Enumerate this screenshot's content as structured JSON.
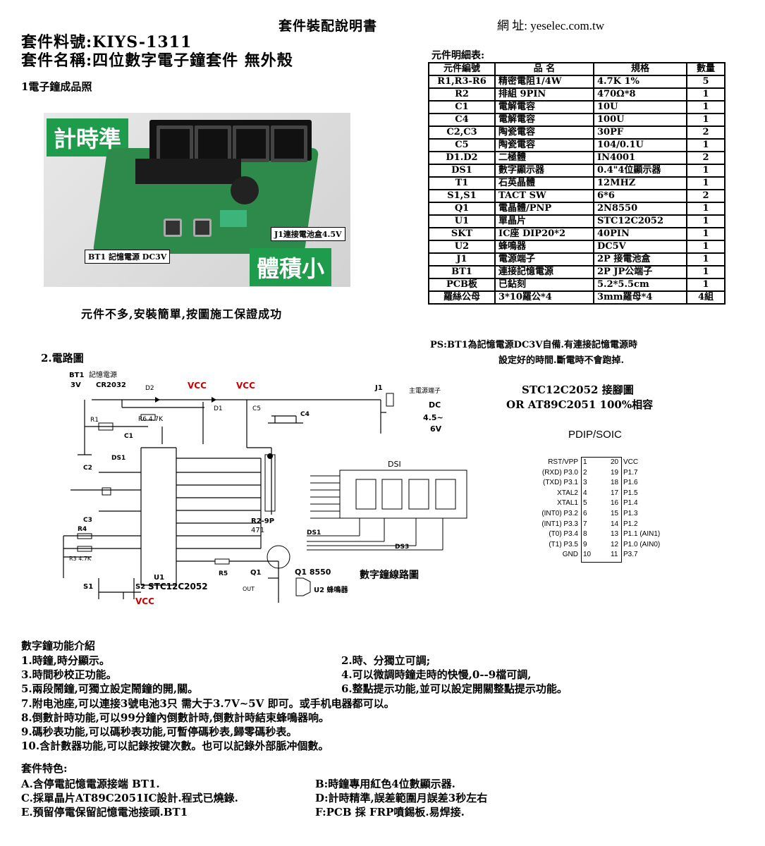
{
  "header": {
    "title": "套件裝配說明書",
    "website": "網 址: yeselec.com.tw"
  },
  "kit": {
    "part_no": "套件料號:KIYS-1311",
    "name": "套件名稱:四位數字電子鐘套件 無外殼"
  },
  "section1": {
    "title": "1電子鐘成品照",
    "tag_accurate": "計時準",
    "tag_small": "體積小",
    "label_j1": "J1連接電池盒4.5V",
    "label_bt1": "BT1 記憶電源 DC3V",
    "caption": "元件不多,安裝簡單,按圖施工保證成功"
  },
  "parts_table": {
    "caption": "元件明細表:",
    "headers": [
      "元件編號",
      "品  名",
      "規格",
      "數量"
    ],
    "rows": [
      [
        "R1,R3-R6",
        "精密電阻1/4W",
        "4.7K  1%",
        "5"
      ],
      [
        "R2",
        "排組 9PIN",
        "470Ω*8",
        "1"
      ],
      [
        "C1",
        "電解電容",
        "10U",
        "1"
      ],
      [
        "C4",
        "電解電容",
        "100U",
        "1"
      ],
      [
        "C2,C3",
        "陶瓷電容",
        "30PF",
        "2"
      ],
      [
        "C5",
        "陶瓷電容",
        "104/0.1U",
        "1"
      ],
      [
        "D1.D2",
        "二極體",
        "IN4001",
        "2"
      ],
      [
        "DS1",
        "數字顯示器",
        "0.4\"4位顯示器",
        "1"
      ],
      [
        "T1",
        "石英晶體",
        "12MHZ",
        "1"
      ],
      [
        "S1,S1",
        "TACT SW",
        "6*6",
        "2"
      ],
      [
        "Q1",
        "電晶體/PNP",
        "2N8550",
        "1"
      ],
      [
        "U1",
        "單晶片",
        "STC12C2052",
        "1"
      ],
      [
        "SKT",
        "IC座 DIP20*2",
        "40PIN",
        "1"
      ],
      [
        "U2",
        "蜂鳴器",
        "DC5V",
        "1"
      ],
      [
        "J1",
        "電源端子",
        "2P 接電池盒",
        "1"
      ],
      [
        "BT1",
        "連接記憶電源",
        "2P JP公端子",
        "1"
      ],
      [
        "PCB板",
        "已鉆刻",
        "5.2*5.5cm",
        "1"
      ],
      [
        "羅絲公母",
        "3*10羅公*4",
        "3mm羅母*4",
        "4組"
      ]
    ],
    "ps_line1": "PS:BT1為記憶電源DC3V自備.有連接記憶電源時",
    "ps_line2": "設定好的時間.斷電時不會跑掉."
  },
  "section2": {
    "title": "2.電路圖",
    "schematic": {
      "bt1": "BT1",
      "bt1_v": "3V",
      "bt1_desc": "記憶電源",
      "cr2032": "CR2032",
      "d2": "D2",
      "d1": "D1",
      "vcc": "VCC",
      "r6": "R6 4.7K",
      "r1": "R1",
      "c1": "C1",
      "ds1": "DS1",
      "c2": "C2",
      "c3": "C3",
      "r4": "R4",
      "r3": "R3 4.7K",
      "s1": "S1",
      "s2": "S2",
      "u1": "U1",
      "u1_part": "STC12C2052",
      "c5": "C5",
      "c4": "C4",
      "j1": "J1",
      "j1_desc": "主電源端子",
      "dc_a": "DC",
      "dc_b": "4.5~",
      "dc_c": "6V",
      "r2": "R2-9P",
      "r2_val": "471",
      "r5": "R5",
      "q1": "Q1",
      "q1_part": "Q1 8550",
      "u2": "U2 蜂鳴器",
      "out": "OUT",
      "dsi": "DSI",
      "ds3": "DS3",
      "clock_title": "數字鐘線路圖"
    }
  },
  "pinout": {
    "title_line1": "STC12C2052 接腳圖",
    "title_line2": "OR AT89C2051 100%相容",
    "package": "PDIP/SOIC",
    "left": [
      "RST/VPP",
      "(RXD) P3.0",
      "(TXD) P3.1",
      "XTAL2",
      "XTAL1",
      "(INT0) P3.2",
      "(INT1) P3.3",
      "(T0) P3.4",
      "(T1) P3.5",
      "GND"
    ],
    "right": [
      "VCC",
      "P1.7",
      "P1.6",
      "P1.5",
      "P1.4",
      "P1.3",
      "P1.2",
      "P1.1 (AIN1)",
      "P1.0 (AIN0)",
      "P3.7"
    ]
  },
  "features": {
    "title": "數字鐘功能介紹",
    "items": [
      "1.時鐘,時分顯示。",
      "2.時、分獨立可調;",
      "3.時間秒校正功能。",
      "4.可以微調時鐘走時的快慢,0--9檔可調,",
      "5.兩段鬧鐘,可獨立設定鬧鐘的開,關。",
      "6.整點提示功能,並可以設定開關整點提示功能。",
      "7.附电池座,可以連接3號电池3只 需大于3.7V~5V 即可。或手机电器都可以。",
      "8.倒數計時功能,可以99分鐘內倒數計時,倒數計時結束蜂鳴器响。",
      "9.碼秒表功能,可以碼秒表功能,可暫停碼秒表,歸零碼秒表。",
      "10.含計數器功能,可以記錄按键次數。也可以記錄外部脈冲個數。"
    ]
  },
  "kit_features": {
    "title": "套件特色:",
    "items": [
      "A.含停電記憶電源接端 BT1.",
      "B:時鐘專用紅色4位數顯示器.",
      "C.採單晶片AT89C2051IC設計.程式已燒錄.",
      "D:計時精準,誤差範圍月誤差3秒左右",
      "E.預留停電保留記憶電池接頭.BT1",
      "F:PCB 採 FRP噴錫板.易焊接."
    ]
  },
  "colors": {
    "vcc_red": "#cc0000",
    "tag_green": "#1e9b4b"
  }
}
